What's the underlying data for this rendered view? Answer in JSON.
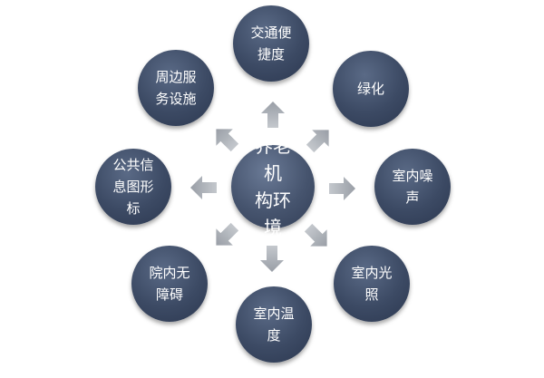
{
  "center": {
    "label": "养老机\n构环境"
  },
  "nodes": [
    {
      "id": "traffic",
      "label": "交通便\n捷度"
    },
    {
      "id": "greening",
      "label": "绿化"
    },
    {
      "id": "noise",
      "label": "室内噪\n声"
    },
    {
      "id": "lighting",
      "label": "室内光\n照"
    },
    {
      "id": "temperature",
      "label": "室内温\n度"
    },
    {
      "id": "barrier-free",
      "label": "院内无\n障碍"
    },
    {
      "id": "signage",
      "label": "公共信\n息图形\n标"
    },
    {
      "id": "services",
      "label": "周边服\n务设施"
    }
  ],
  "colors": {
    "node": "#3c4a64",
    "arrow": "#a8adb4",
    "text": "#ffffff"
  }
}
